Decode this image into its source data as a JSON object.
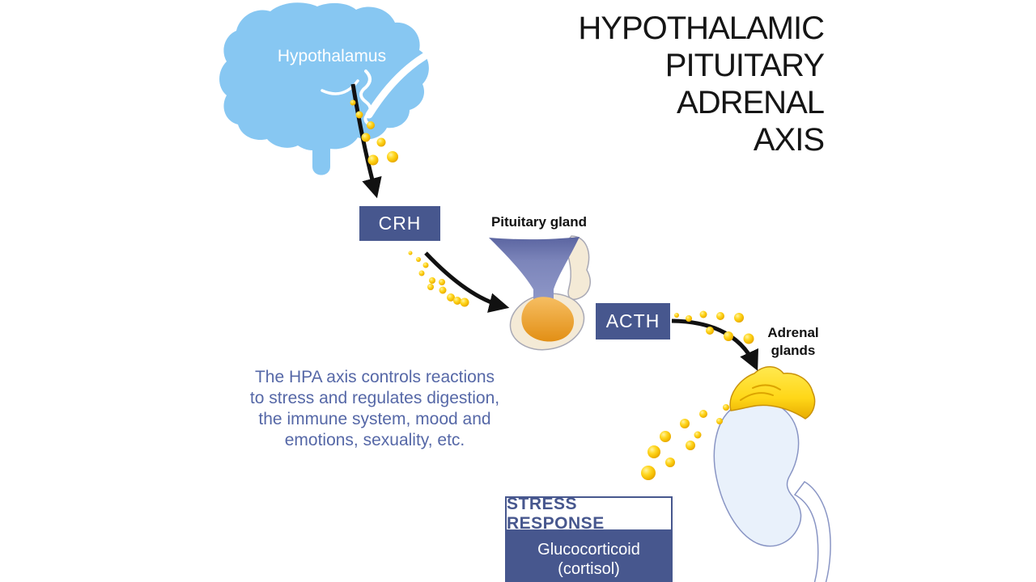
{
  "diagram_title": {
    "lines": [
      "HYPOTHALAMIC",
      "PITUITARY",
      "ADRENAL",
      "AXIS"
    ]
  },
  "labels": {
    "hypothalamus": "Hypothalamus",
    "pituitary_gland": "Pituitary gland",
    "adrenal_glands_line1": "Adrenal",
    "adrenal_glands_line2": "glands",
    "crh": "CRH",
    "acth": "ACTH"
  },
  "description": {
    "lines": [
      "The HPA axis controls reactions",
      "to stress and regulates digestion,",
      "the immune system, mood and",
      "emotions, sexuality, etc."
    ]
  },
  "stress_response": {
    "header": "STRESS RESPONSE",
    "hormone_line1": "Glucocorticoid",
    "hormone_line2": "(cortisol)"
  },
  "colors": {
    "background": "#FFFFFF",
    "title_text": "#151515",
    "brain_fill": "#87C7F2",
    "hormone_box_bg": "#47578E",
    "hormone_box_text": "#FFFFFF",
    "description_text": "#5668A7",
    "hormone_dot_gold": "#FFD825",
    "pituitary_blue": "#7C85BA",
    "pituitary_orange": "#F0A233",
    "pituitary_cream": "#F4EAD6",
    "adrenal_yellow": "#FFD718",
    "kidney_fill": "#E9F1FB",
    "kidney_outline": "#8995C4",
    "arrow_black": "#111111"
  },
  "illustrations": {
    "brain": "brain-side-view",
    "pituitary": "pituitary-gland",
    "kidney_adrenal": "kidney-with-adrenal-gland",
    "hormone_particles": "yellow-hormone-dots",
    "flow_arrows": "black-curved-arrows"
  }
}
